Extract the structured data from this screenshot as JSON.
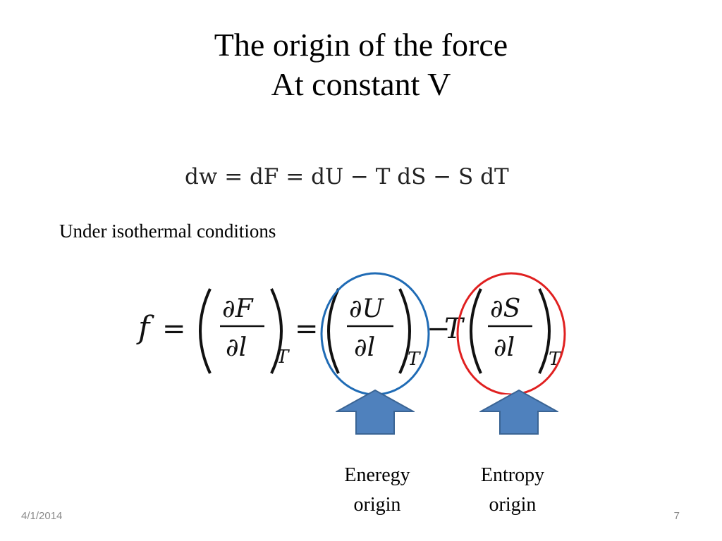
{
  "slide": {
    "title_line1": "The origin of the force",
    "title_line2": "At constant V",
    "subtitle": "Under isothermal conditions"
  },
  "equation1": {
    "text": "dw = dF = dU − T dS − S dT"
  },
  "equation2": {
    "lhs": "f",
    "equals": "=",
    "minus": "−",
    "T": "T",
    "subscript": "T",
    "numerator_F": "∂F",
    "numerator_U": "∂U",
    "numerator_S": "∂S",
    "denominator": "∂l"
  },
  "annotations": {
    "energy_label_line1": "Eneregy",
    "energy_label_line2": "origin",
    "entropy_label_line1": "Entropy",
    "entropy_label_line2": "origin"
  },
  "footer": {
    "date": "4/1/2014",
    "page": "7"
  },
  "colors": {
    "energy_circle": "#1f6bb5",
    "entropy_circle": "#e02020",
    "arrow_fill": "#4f81bd",
    "arrow_stroke": "#3a6494",
    "footer_text": "#8a8a8a"
  },
  "icons": {
    "arrow": "up-arrow-icon"
  }
}
